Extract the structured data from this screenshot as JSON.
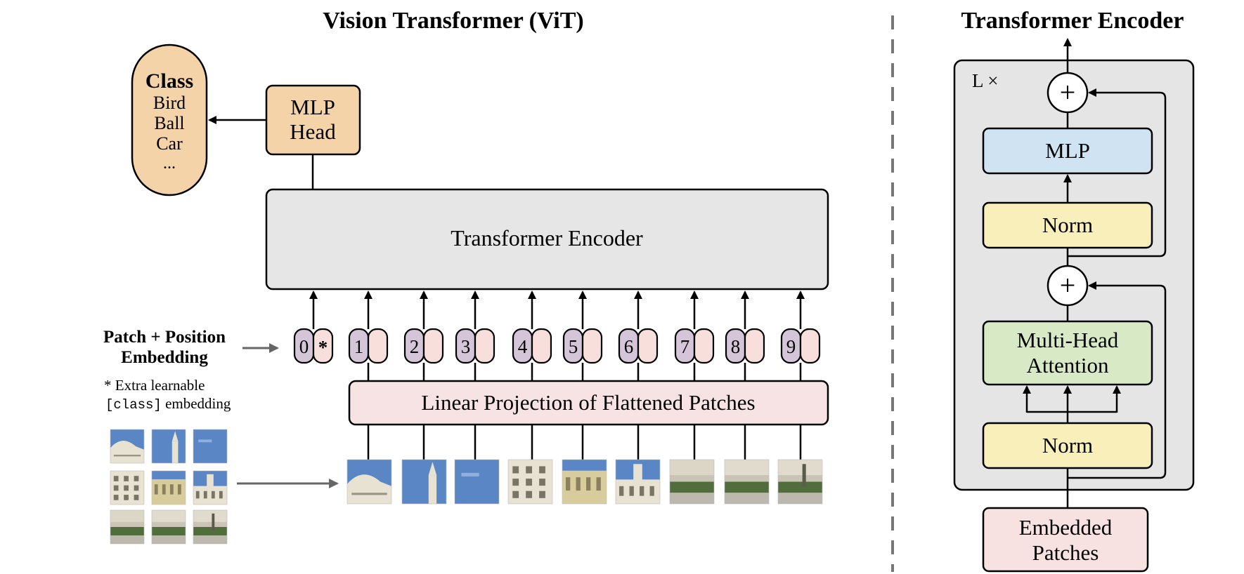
{
  "vit": {
    "title": "Vision Transformer (ViT)",
    "class_box": {
      "header": "Class",
      "items": [
        "Bird",
        "Ball",
        "Car",
        "..."
      ]
    },
    "mlp_head": [
      "MLP",
      "Head"
    ],
    "encoder_label": "Transformer Encoder",
    "embedding_label": [
      "Patch + Position",
      "Embedding"
    ],
    "extra_note": {
      "line1": "* Extra learnable",
      "code": "[class]",
      "line2_rest": " embedding"
    },
    "linear_projection": "Linear Projection of Flattened Patches",
    "tokens": [
      {
        "pos": "0",
        "patch": "*"
      },
      {
        "pos": "1",
        "patch": ""
      },
      {
        "pos": "2",
        "patch": ""
      },
      {
        "pos": "3",
        "patch": ""
      },
      {
        "pos": "4",
        "patch": ""
      },
      {
        "pos": "5",
        "patch": ""
      },
      {
        "pos": "6",
        "patch": ""
      },
      {
        "pos": "7",
        "patch": ""
      },
      {
        "pos": "8",
        "patch": ""
      },
      {
        "pos": "9",
        "patch": ""
      }
    ]
  },
  "encoder_detail": {
    "title": "Transformer Encoder",
    "repeat": "L ×",
    "mlp": "MLP",
    "norm_top": "Norm",
    "attention": [
      "Multi-Head",
      "Attention"
    ],
    "norm_bottom": "Norm",
    "input": [
      "Embedded",
      "Patches"
    ],
    "plus": "+"
  },
  "colors": {
    "class_fill": "#f5d3a9",
    "mlp_head_fill": "#f5d3a9",
    "encoder_fill": "#e6e6e6",
    "token_pos_fill": "#d4c5d8",
    "token_patch_fill": "#f8dfdc",
    "projection_fill": "#f7e3e3",
    "mlp_fill": "#cfe3f3",
    "norm_fill": "#f8efbb",
    "attention_fill": "#d8eac5",
    "embedded_fill": "#f7e1e1",
    "panel_fill": "#e5e5e5",
    "sky": "#5b86c6",
    "building": "#e8e2d2",
    "greenery": "#4f6e3c",
    "arrow_grey": "#666666"
  }
}
